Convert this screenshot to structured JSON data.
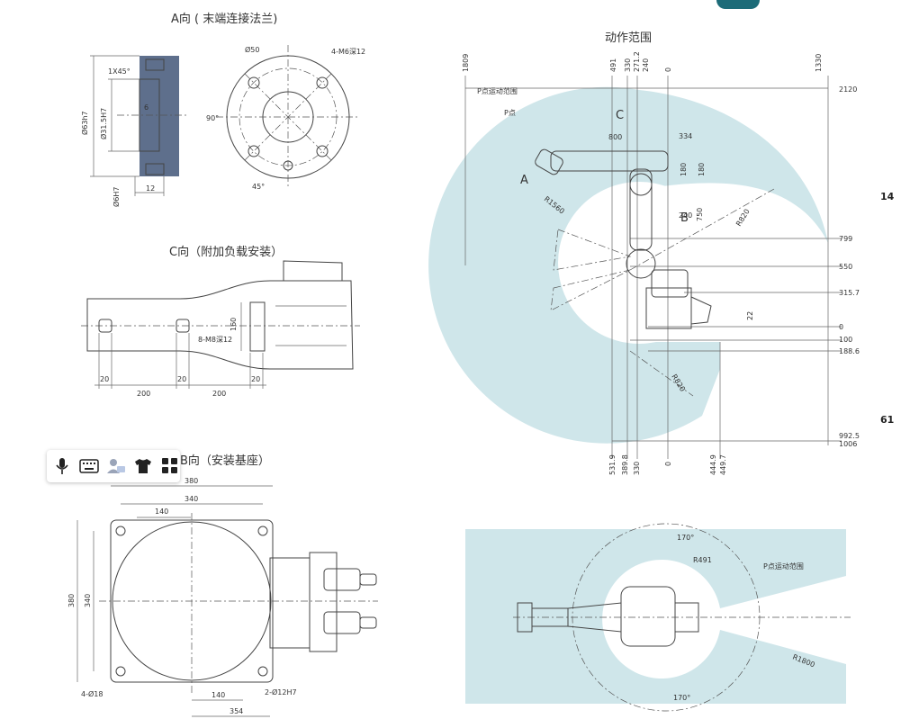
{
  "view_a": {
    "title": "A向 ( 末端连接法兰)",
    "dims": [
      "1X45°",
      "Ø63h7",
      "Ø31.5H7",
      "6",
      "Ø6H7",
      "12",
      "Ø50",
      "4-M6深12",
      "90°",
      "45°"
    ]
  },
  "view_c": {
    "title": "C向（附加负载安装）",
    "dims": [
      "8-M8深12",
      "160",
      "20",
      "200",
      "20",
      "200",
      "20"
    ]
  },
  "view_b": {
    "title": "B向（安装基座）",
    "dims": [
      "380",
      "340",
      "140",
      "380",
      "340",
      "4-Ø18",
      "140",
      "2-Ø12H7",
      "354"
    ]
  },
  "motion": {
    "title": "动作范围",
    "labels": [
      "P点运动范围",
      "P点",
      "A",
      "C",
      "B",
      "R1560",
      "R820",
      "R820",
      "800",
      "334",
      "180",
      "180",
      "240",
      "750",
      "22"
    ],
    "top_dims": [
      "1809",
      "491",
      "330",
      "271.2",
      "240",
      "0",
      "1330"
    ],
    "right_dims": [
      "2120",
      "799",
      "550",
      "315.7",
      "0",
      "100",
      "188.6",
      "992.5",
      "1006"
    ],
    "bottom_dims": [
      "531.9",
      "389.8",
      "330",
      "0",
      "444.9",
      "449.7"
    ]
  },
  "plan": {
    "labels": [
      "170°",
      "R491",
      "P点运动范围",
      "R1800",
      "170°"
    ]
  },
  "side_markers": [
    "14",
    "61"
  ],
  "colors": {
    "reach": "#cfe6ea",
    "plate": "#5e6f8c",
    "badge": "#1c6b78"
  },
  "toolbar": {
    "icons": [
      "microphone-icon",
      "keyboard-icon",
      "user-card-icon",
      "shirt-icon",
      "grid-icon"
    ]
  }
}
